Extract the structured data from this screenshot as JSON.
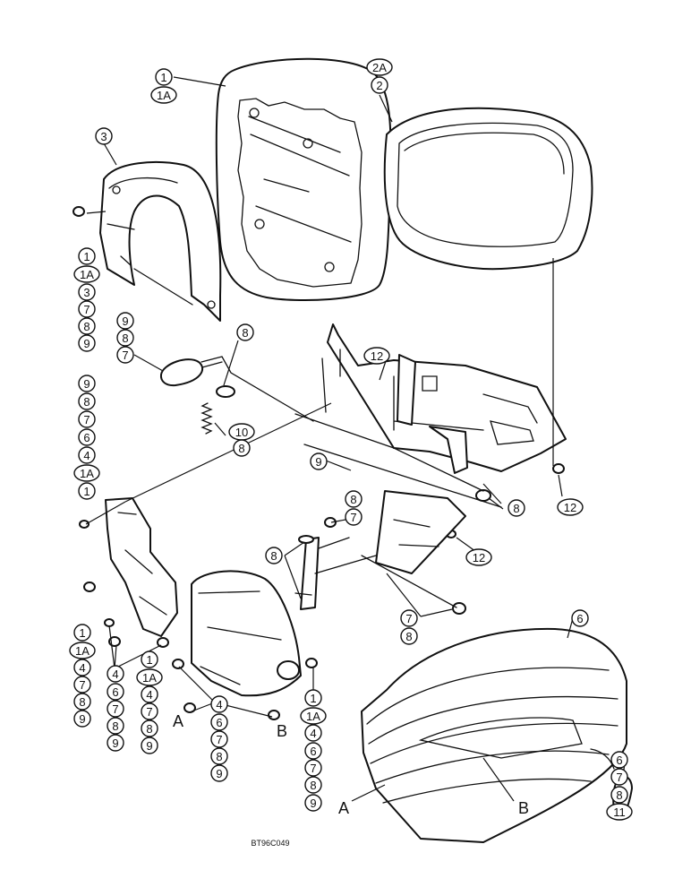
{
  "figure_code": "BT96C049",
  "callouts": [
    {
      "id": "c-1a",
      "text": "1"
    },
    {
      "id": "c-1b",
      "text": "1A"
    },
    {
      "id": "c-2a",
      "text": "2A"
    },
    {
      "id": "c-2b",
      "text": "2"
    },
    {
      "id": "c-3",
      "text": "3"
    },
    {
      "id": "c-l1",
      "text": "1"
    },
    {
      "id": "c-l2",
      "text": "1A"
    },
    {
      "id": "c-l3",
      "text": "3"
    },
    {
      "id": "c-l4",
      "text": "7"
    },
    {
      "id": "c-l5",
      "text": "8"
    },
    {
      "id": "c-l6",
      "text": "9"
    },
    {
      "id": "c-h1",
      "text": "9"
    },
    {
      "id": "c-h2",
      "text": "8"
    },
    {
      "id": "c-h3",
      "text": "7"
    },
    {
      "id": "c-h4",
      "text": "8"
    },
    {
      "id": "c-s1",
      "text": "10"
    },
    {
      "id": "c-s2",
      "text": "8"
    },
    {
      "id": "c-v1",
      "text": "9"
    },
    {
      "id": "c-v2",
      "text": "8"
    },
    {
      "id": "c-v3",
      "text": "7"
    },
    {
      "id": "c-v4",
      "text": "6"
    },
    {
      "id": "c-v5",
      "text": "4"
    },
    {
      "id": "c-v6",
      "text": "1A"
    },
    {
      "id": "c-v7",
      "text": "1"
    },
    {
      "id": "c-12a",
      "text": "12"
    },
    {
      "id": "c-9m",
      "text": "9"
    },
    {
      "id": "c-8m",
      "text": "8"
    },
    {
      "id": "c-7m",
      "text": "7"
    },
    {
      "id": "c-8r",
      "text": "8"
    },
    {
      "id": "c-12b",
      "text": "12"
    },
    {
      "id": "c-12c",
      "text": "12"
    },
    {
      "id": "c-8l",
      "text": "8"
    },
    {
      "id": "c-7b",
      "text": "7"
    },
    {
      "id": "c-8b",
      "text": "8"
    },
    {
      "id": "c-6t",
      "text": "6"
    },
    {
      "id": "c-a1",
      "text": "1"
    },
    {
      "id": "c-a2",
      "text": "1A"
    },
    {
      "id": "c-a3",
      "text": "4"
    },
    {
      "id": "c-a4",
      "text": "7"
    },
    {
      "id": "c-a5",
      "text": "8"
    },
    {
      "id": "c-a6",
      "text": "9"
    },
    {
      "id": "c-b1",
      "text": "4"
    },
    {
      "id": "c-b2",
      "text": "6"
    },
    {
      "id": "c-b3",
      "text": "7"
    },
    {
      "id": "c-b4",
      "text": "8"
    },
    {
      "id": "c-b5",
      "text": "9"
    },
    {
      "id": "c-d1",
      "text": "1"
    },
    {
      "id": "c-d2",
      "text": "1A"
    },
    {
      "id": "c-d3",
      "text": "4"
    },
    {
      "id": "c-d4",
      "text": "7"
    },
    {
      "id": "c-d5",
      "text": "8"
    },
    {
      "id": "c-d6",
      "text": "9"
    },
    {
      "id": "c-e1",
      "text": "4"
    },
    {
      "id": "c-e2",
      "text": "6"
    },
    {
      "id": "c-e3",
      "text": "7"
    },
    {
      "id": "c-e4",
      "text": "8"
    },
    {
      "id": "c-e5",
      "text": "9"
    },
    {
      "id": "c-f1",
      "text": "1"
    },
    {
      "id": "c-f2",
      "text": "1A"
    },
    {
      "id": "c-f3",
      "text": "4"
    },
    {
      "id": "c-f4",
      "text": "6"
    },
    {
      "id": "c-f5",
      "text": "7"
    },
    {
      "id": "c-f6",
      "text": "8"
    },
    {
      "id": "c-f7",
      "text": "9"
    },
    {
      "id": "c-g1",
      "text": "6"
    },
    {
      "id": "c-g2",
      "text": "7"
    },
    {
      "id": "c-g3",
      "text": "8"
    },
    {
      "id": "c-g4",
      "text": "11"
    }
  ],
  "letters": [
    {
      "id": "l-a1",
      "text": "A"
    },
    {
      "id": "l-b1",
      "text": "B"
    },
    {
      "id": "l-a2",
      "text": "A"
    },
    {
      "id": "l-b2",
      "text": "B"
    }
  ]
}
